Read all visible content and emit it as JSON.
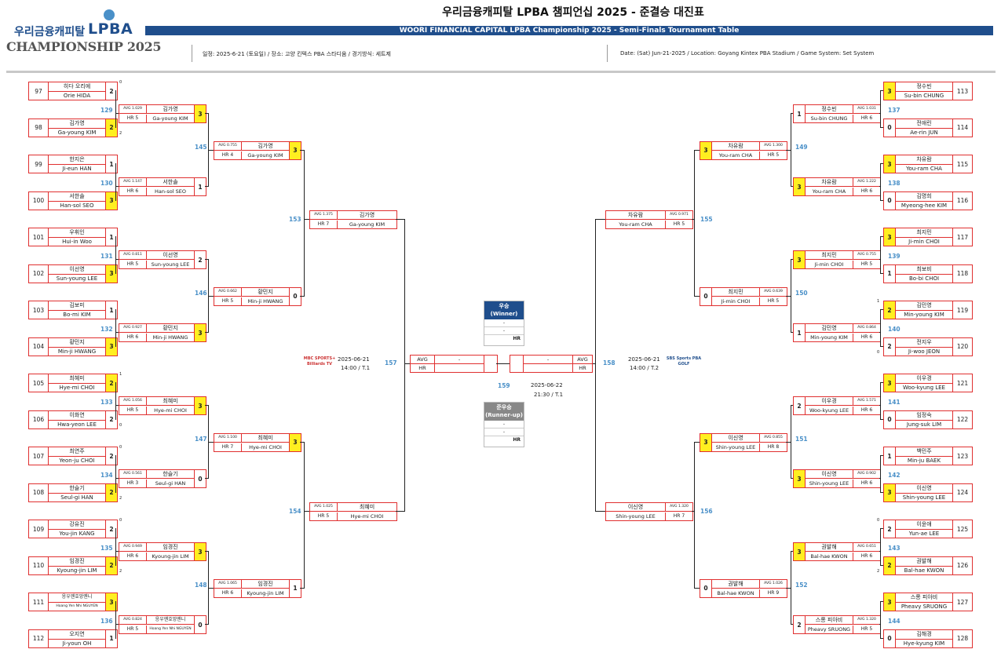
{
  "header": {
    "logo_ko": "우리금융캐피탈",
    "logo_lpba": "LPBA",
    "logo_champ": "CHAMPIONSHIP 2025",
    "title_ko": "우리금융캐피탈 LPBA 챔피언십 2025 - 준결승 대진표",
    "title_en": "WOORI FINANCIAL CAPITAL LPBA Championship 2025 - Semi-Finals Tournament Table",
    "info_ko": "일정: 2025-6-21 (토요일) / 장소: 고양 킨텍스 PBA 스타디움 / 경기방식: 세트제",
    "info_en": "Date: (Sat) Jun-21-2025 / Location: Goyang Kintex PBA Stadium / Game System: Set System"
  },
  "colors": {
    "brand": "#1f4e8c",
    "accent": "#4a90c8",
    "winner_fill": "#ffef20",
    "box_border": "#e03030"
  },
  "r1_left": [
    {
      "seed": "97",
      "ko": "히다 오리에",
      "en": "Orie HIDA",
      "score": "2",
      "win": false,
      "sets": "0"
    },
    {
      "seed": "98",
      "ko": "김가영",
      "en": "Ga-young KIM",
      "score": "2",
      "win": true,
      "sets": "2"
    },
    {
      "seed": "99",
      "ko": "한지은",
      "en": "Ji-eun HAN",
      "score": "1",
      "win": false,
      "sets": ""
    },
    {
      "seed": "100",
      "ko": "서한솔",
      "en": "Han-sol SEO",
      "score": "3",
      "win": true,
      "sets": ""
    },
    {
      "seed": "101",
      "ko": "우휘인",
      "en": "Hui-in Woo",
      "score": "1",
      "win": false,
      "sets": ""
    },
    {
      "seed": "102",
      "ko": "이선영",
      "en": "Sun-young LEE",
      "score": "3",
      "win": true,
      "sets": ""
    },
    {
      "seed": "103",
      "ko": "김보미",
      "en": "Bo-mi KIM",
      "score": "1",
      "win": false,
      "sets": ""
    },
    {
      "seed": "104",
      "ko": "황민지",
      "en": "Min-ji HWANG",
      "score": "3",
      "win": true,
      "sets": ""
    },
    {
      "seed": "105",
      "ko": "최혜미",
      "en": "Hye-mi CHOI",
      "score": "2",
      "win": true,
      "sets": "1"
    },
    {
      "seed": "106",
      "ko": "이화연",
      "en": "Hwa-yeon LEE",
      "score": "2",
      "win": false,
      "sets": "0"
    },
    {
      "seed": "107",
      "ko": "최연주",
      "en": "Yeon-ju CHOI",
      "score": "2",
      "win": false,
      "sets": "0"
    },
    {
      "seed": "108",
      "ko": "한슬기",
      "en": "Seul-gi HAN",
      "score": "2",
      "win": true,
      "sets": "2"
    },
    {
      "seed": "109",
      "ko": "강유진",
      "en": "You-jin KANG",
      "score": "2",
      "win": false,
      "sets": "0"
    },
    {
      "seed": "110",
      "ko": "임경진",
      "en": "Kyoung-jin LIM",
      "score": "2",
      "win": true,
      "sets": "2"
    },
    {
      "seed": "111",
      "ko": "응우옌호앙옌니",
      "en": "Hoang Yen Nhi NGUYEN",
      "score": "3",
      "win": true,
      "sets": ""
    },
    {
      "seed": "112",
      "ko": "오지연",
      "en": "Ji-youn OH",
      "score": "1",
      "win": false,
      "sets": ""
    }
  ],
  "r1_right": [
    {
      "seed": "113",
      "ko": "정수빈",
      "en": "Su-bin CHUNG",
      "score": "3",
      "win": true,
      "sets": ""
    },
    {
      "seed": "114",
      "ko": "전애린",
      "en": "Ae-rin JUN",
      "score": "0",
      "win": false,
      "sets": ""
    },
    {
      "seed": "115",
      "ko": "차유람",
      "en": "You-ram CHA",
      "score": "3",
      "win": true,
      "sets": ""
    },
    {
      "seed": "116",
      "ko": "김명희",
      "en": "Myeong-hee KIM",
      "score": "0",
      "win": false,
      "sets": ""
    },
    {
      "seed": "117",
      "ko": "최지민",
      "en": "Ji-min CHOI",
      "score": "3",
      "win": true,
      "sets": ""
    },
    {
      "seed": "118",
      "ko": "최보비",
      "en": "Bo-bi CHOI",
      "score": "1",
      "win": false,
      "sets": ""
    },
    {
      "seed": "119",
      "ko": "김민영",
      "en": "Min-young KIM",
      "score": "2",
      "win": true,
      "sets": "1"
    },
    {
      "seed": "120",
      "ko": "전지우",
      "en": "Ji-woo JEON",
      "score": "2",
      "win": false,
      "sets": "0"
    },
    {
      "seed": "121",
      "ko": "이우경",
      "en": "Woo-kyung LEE",
      "score": "3",
      "win": true,
      "sets": ""
    },
    {
      "seed": "122",
      "ko": "임정숙",
      "en": "Jung-suk LIM",
      "score": "0",
      "win": false,
      "sets": ""
    },
    {
      "seed": "123",
      "ko": "백민주",
      "en": "Min-ju BAEK",
      "score": "1",
      "win": false,
      "sets": ""
    },
    {
      "seed": "124",
      "ko": "이신영",
      "en": "Shin-young LEE",
      "score": "3",
      "win": true,
      "sets": ""
    },
    {
      "seed": "125",
      "ko": "이윤애",
      "en": "Yun-ae LEE",
      "score": "2",
      "win": false,
      "sets": "0"
    },
    {
      "seed": "126",
      "ko": "권발해",
      "en": "Bal-hae KWON",
      "score": "2",
      "win": true,
      "sets": "2"
    },
    {
      "seed": "127",
      "ko": "스롱 피아비",
      "en": "Pheavy SRUONG",
      "score": "3",
      "win": true,
      "sets": ""
    },
    {
      "seed": "128",
      "ko": "김해경",
      "en": "Hye-kyung KIM",
      "score": "0",
      "win": false,
      "sets": ""
    }
  ],
  "r2_left": [
    {
      "num": "129",
      "avg": "AVG 1.029",
      "hr": "HR 5",
      "ko": "김가영",
      "en": "Ga-young KIM",
      "score": "3",
      "win": true
    },
    {
      "num": "130",
      "avg": "AVG 1.147",
      "hr": "HR 6",
      "ko": "서한솔",
      "en": "Han-sol SEO",
      "score": "1",
      "win": false
    },
    {
      "num": "131",
      "avg": "AVG 0.811",
      "hr": "HR 5",
      "ko": "이선영",
      "en": "Sun-young LEE",
      "score": "2",
      "win": false
    },
    {
      "num": "132",
      "avg": "AVG 0.927",
      "hr": "HR 6",
      "ko": "황민지",
      "en": "Min-ji HWANG",
      "score": "3",
      "win": true
    },
    {
      "num": "133",
      "avg": "AVG 1.056",
      "hr": "HR 5",
      "ko": "최혜미",
      "en": "Hye-mi CHOI",
      "score": "3",
      "win": true
    },
    {
      "num": "134",
      "avg": "AVG 0.561",
      "hr": "HR 3",
      "ko": "한슬기",
      "en": "Seul-gi HAN",
      "score": "0",
      "win": false
    },
    {
      "num": "135",
      "avg": "AVG 0.949",
      "hr": "HR 6",
      "ko": "임경진",
      "en": "Kyoung-jin LIM",
      "score": "3",
      "win": true
    },
    {
      "num": "136",
      "avg": "AVG 0.824",
      "hr": "HR 5",
      "ko": "응우옌호앙옌니",
      "en": "Hoang Yen Nhi NGUYEN",
      "score": "0",
      "win": false
    }
  ],
  "r2_right": [
    {
      "num": "137",
      "avg": "AVG 1.031",
      "hr": "HR 6",
      "ko": "정수빈",
      "en": "Su-bin CHUNG",
      "score": "1",
      "win": false
    },
    {
      "num": "138",
      "avg": "AVG 1.222",
      "hr": "HR 6",
      "ko": "차유람",
      "en": "You-ram CHA",
      "score": "3",
      "win": true
    },
    {
      "num": "139",
      "avg": "AVG 0.755",
      "hr": "HR 5",
      "ko": "최지민",
      "en": "Ji-min CHOI",
      "score": "3",
      "win": true
    },
    {
      "num": "140",
      "avg": "AVG 0.864",
      "hr": "HR 6",
      "ko": "김민영",
      "en": "Min-young KIM",
      "score": "1",
      "win": false
    },
    {
      "num": "141",
      "avg": "AVG 1.571",
      "hr": "HR 6",
      "ko": "이우경",
      "en": "Woo-kyung LEE",
      "score": "2",
      "win": false
    },
    {
      "num": "142",
      "avg": "AVG 0.902",
      "hr": "HR 6",
      "ko": "이신영",
      "en": "Shin-young LEE",
      "score": "3",
      "win": true
    },
    {
      "num": "143",
      "avg": "AVG 0.651",
      "hr": "HR 6",
      "ko": "권발해",
      "en": "Bal-hae KWON",
      "score": "3",
      "win": true
    },
    {
      "num": "144",
      "avg": "AVG 1.320",
      "hr": "HR 5",
      "ko": "스롱 피아비",
      "en": "Pheavy SRUONG",
      "score": "2",
      "win": false
    }
  ],
  "r3_left": [
    {
      "num": "145",
      "avg": "AVG 0.755",
      "hr": "HR 4",
      "ko": "김가영",
      "en": "Ga-young KIM",
      "score": "3",
      "win": true
    },
    {
      "num": "146",
      "avg": "AVG 0.662",
      "hr": "HR 5",
      "ko": "황민지",
      "en": "Min-ji HWANG",
      "score": "0",
      "win": false
    },
    {
      "num": "147",
      "avg": "AVG 1.100",
      "hr": "HR 7",
      "ko": "최혜미",
      "en": "Hye-mi CHOI",
      "score": "3",
      "win": true
    },
    {
      "num": "148",
      "avg": "AVG 1.065",
      "hr": "HR 6",
      "ko": "임경진",
      "en": "Kyoung-jin LIM",
      "score": "1",
      "win": false
    }
  ],
  "r3_right": [
    {
      "num": "149",
      "avg": "AVG 1.300",
      "hr": "HR 5",
      "ko": "차유람",
      "en": "You-ram CHA",
      "score": "3",
      "win": true
    },
    {
      "num": "150",
      "avg": "AVG 0.639",
      "hr": "HR 5",
      "ko": "최지민",
      "en": "Ji-min CHOI",
      "score": "0",
      "win": false
    },
    {
      "num": "151",
      "avg": "AVG 0.855",
      "hr": "HR 8",
      "ko": "이신영",
      "en": "Shin-young LEE",
      "score": "3",
      "win": true
    },
    {
      "num": "152",
      "avg": "AVG 1.026",
      "hr": "HR 9",
      "ko": "권발해",
      "en": "Bal-hae KWON",
      "score": "0",
      "win": false
    }
  ],
  "r4_left": [
    {
      "num": "153",
      "avg": "AVG 1.375",
      "hr": "HR 7",
      "ko": "김가영",
      "en": "Ga-young KIM"
    },
    {
      "num": "154",
      "avg": "AVG 1.025",
      "hr": "HR 5",
      "ko": "최혜미",
      "en": "Hye-mi CHOI"
    }
  ],
  "r4_right": [
    {
      "num": "155",
      "avg": "AVG 0.971",
      "hr": "HR 5",
      "ko": "차유람",
      "en": "You-ram CHA"
    },
    {
      "num": "156",
      "avg": "AVG 1.320",
      "hr": "HR 7",
      "ko": "이신영",
      "en": "Shin-young LEE"
    }
  ],
  "semi": {
    "left_num": "157",
    "right_num": "158",
    "final_num": "159",
    "avg_label": "AVG",
    "hr_label": "HR",
    "dash": "-",
    "left_date": "2025-06-21",
    "left_time": "14:00 / T.1",
    "right_date": "2025-06-21",
    "right_time": "14:00 / T.2",
    "final_date": "2025-06-22",
    "final_time": "21:30 / T.1",
    "left_broadcaster": "MBC SPORTS+ Billiards TV",
    "right_broadcaster": "SBS Sports PBA GOLF"
  },
  "winner_box": {
    "title": "우승\n(Winner)",
    "row1": "-",
    "row2": "-",
    "hr": "HR"
  },
  "runner_box": {
    "title": "준우승\n(Runner-up)",
    "row1": "-",
    "row2": "-",
    "hr": "HR"
  }
}
